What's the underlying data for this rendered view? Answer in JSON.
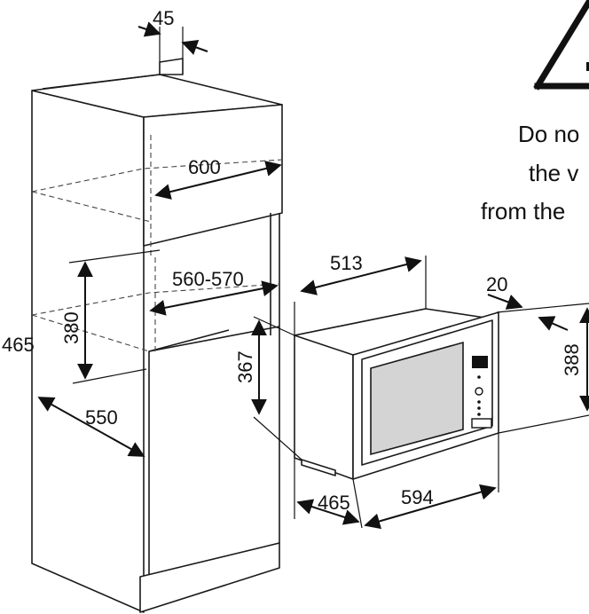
{
  "dimensions": {
    "top_offset": "45",
    "cabinet_width": "600",
    "inner_width": "560-570",
    "opening_height": "380",
    "cabinet_depth": "465",
    "inner_depth": "550",
    "body_depth": "513",
    "body_height": "367",
    "frame_depth": "20",
    "frame_height": "388",
    "appliance_depth": "465",
    "frame_width": "594"
  },
  "warning": {
    "line1": "Do no",
    "line2": "the v",
    "line3": "from the"
  },
  "icons": {
    "warning": "warning-triangle-icon"
  },
  "colors": {
    "line": "#1a1a1a",
    "glass": "#d4d4d4",
    "background": "#ffffff"
  }
}
